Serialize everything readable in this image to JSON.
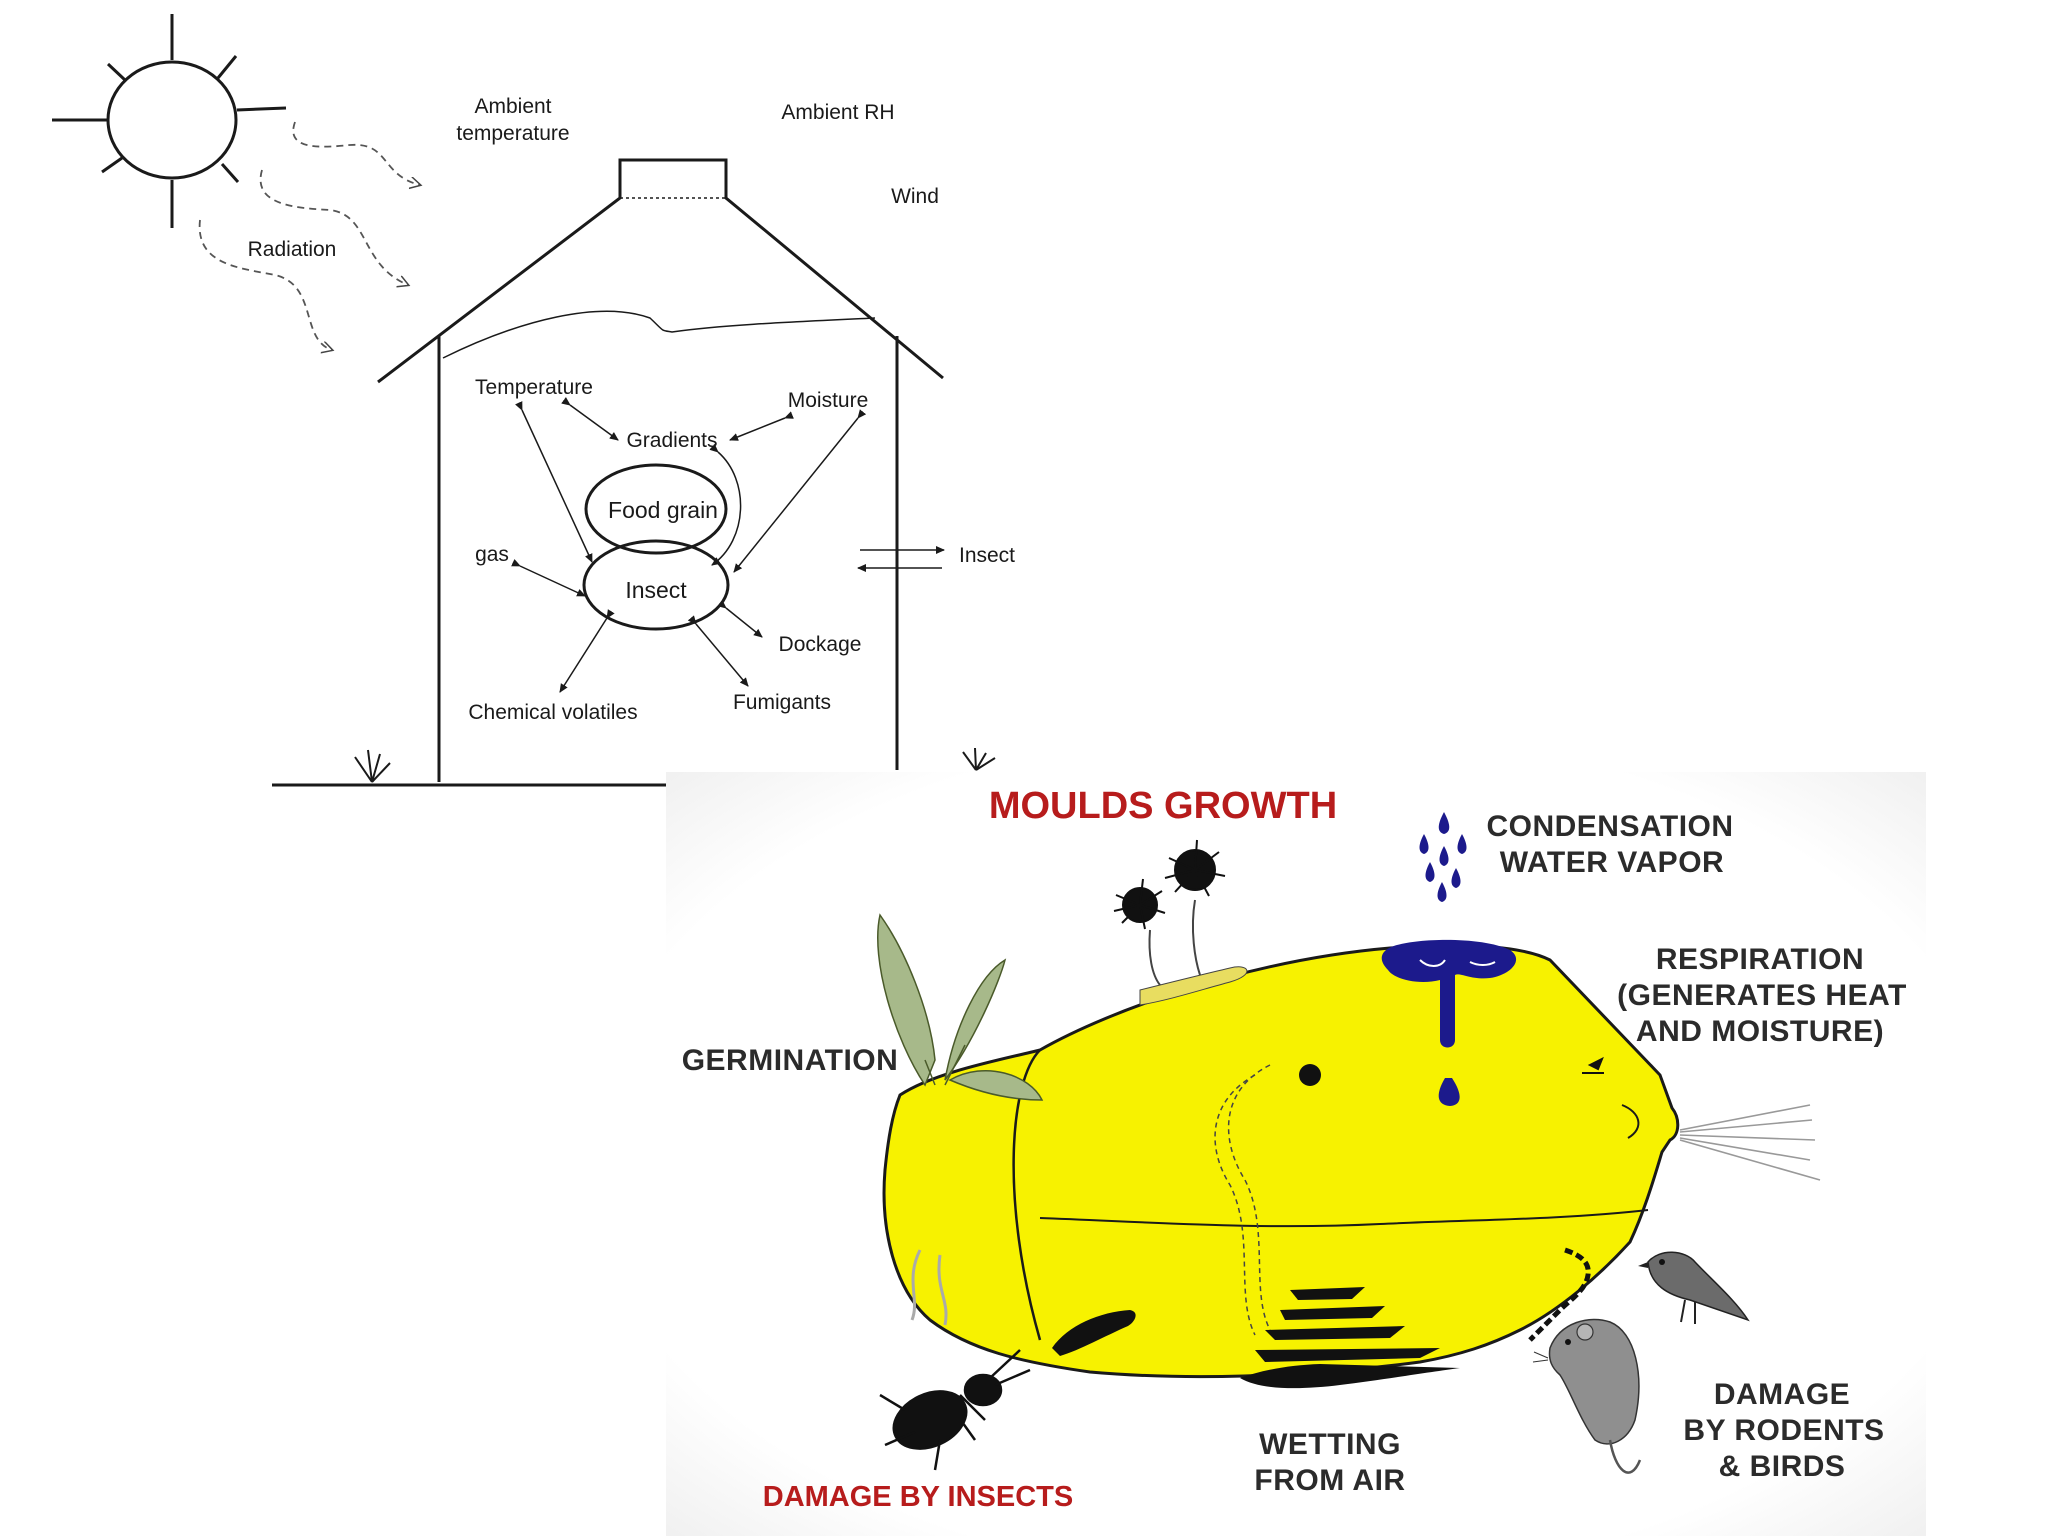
{
  "silo": {
    "ambient_temperature": [
      "Ambient",
      "temperature"
    ],
    "ambient_rh": "Ambient RH",
    "wind": "Wind",
    "radiation": "Radiation",
    "temperature": "Temperature",
    "moisture": "Moisture",
    "gradients": "Gradients",
    "food_grain": "Food grain",
    "insect": "Insect",
    "gas": "gas",
    "dockage": "Dockage",
    "fumigants": "Fumigants",
    "chemical_volatiles": "Chemical volatiles",
    "insect_outside": "Insect"
  },
  "grain": {
    "moulds_growth": "MOULDS GROWTH",
    "condensation": [
      "CONDENSATION",
      "WATER VAPOR"
    ],
    "respiration": [
      "RESPIRATION",
      "(GENERATES HEAT",
      "AND MOISTURE)"
    ],
    "germination": "GERMINATION",
    "damage_rodents": [
      "DAMAGE",
      "BY RODENTS",
      "& BIRDS"
    ],
    "wetting": [
      "WETTING",
      "FROM AIR"
    ],
    "damage_insects": "DAMAGE BY INSECTS"
  },
  "colors": {
    "grain_yellow": "#f7f200",
    "water_blue": "#1c1a8c",
    "label_red": "#b71c1c"
  }
}
